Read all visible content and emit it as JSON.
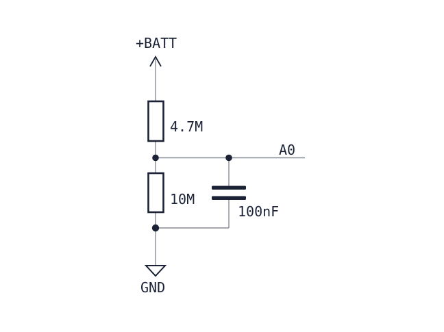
{
  "schematic": {
    "power_net": "+BATT",
    "output_net": "A0",
    "ground_net": "GND",
    "components": {
      "r1": {
        "value": "4.7M"
      },
      "r2": {
        "value": "10M"
      },
      "c1": {
        "value": "100nF"
      }
    },
    "colors": {
      "component": "#1b2235",
      "wire": "#888c94",
      "background": "#ffffff"
    }
  }
}
